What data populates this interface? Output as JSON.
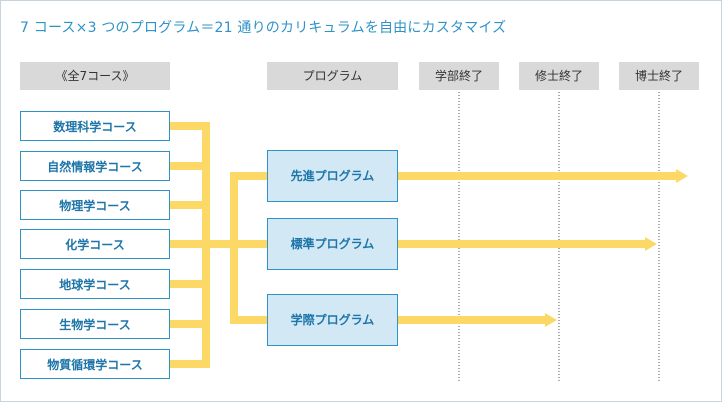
{
  "title": "7 コース×3 つのプログラム＝21 通りのカリキュラムを自由にカスタマイズ",
  "headers": {
    "courses": "《全7コース》",
    "program": "プログラム",
    "bachelor": "学部終了",
    "master": "修士終了",
    "doctor": "博士終了"
  },
  "courses": [
    {
      "label": "数理科学コース"
    },
    {
      "label": "自然情報学コース"
    },
    {
      "label": "物理学コース"
    },
    {
      "label": "化学コース"
    },
    {
      "label": "地球学コース"
    },
    {
      "label": "生物学コース"
    },
    {
      "label": "物質循環学コース"
    }
  ],
  "programs": [
    {
      "label": "先進プログラム",
      "reaches": "doctor"
    },
    {
      "label": "標準プログラム",
      "reaches": "doctor"
    },
    {
      "label": "学際プログラム",
      "reaches": "master"
    }
  ],
  "colors": {
    "accent": "#2f93c8",
    "course_text": "#1e75a8",
    "program_fill": "#d2e8f5",
    "connector": "#fcd967",
    "header_fill": "#d9d9d9",
    "milestone_line": "#555555"
  }
}
